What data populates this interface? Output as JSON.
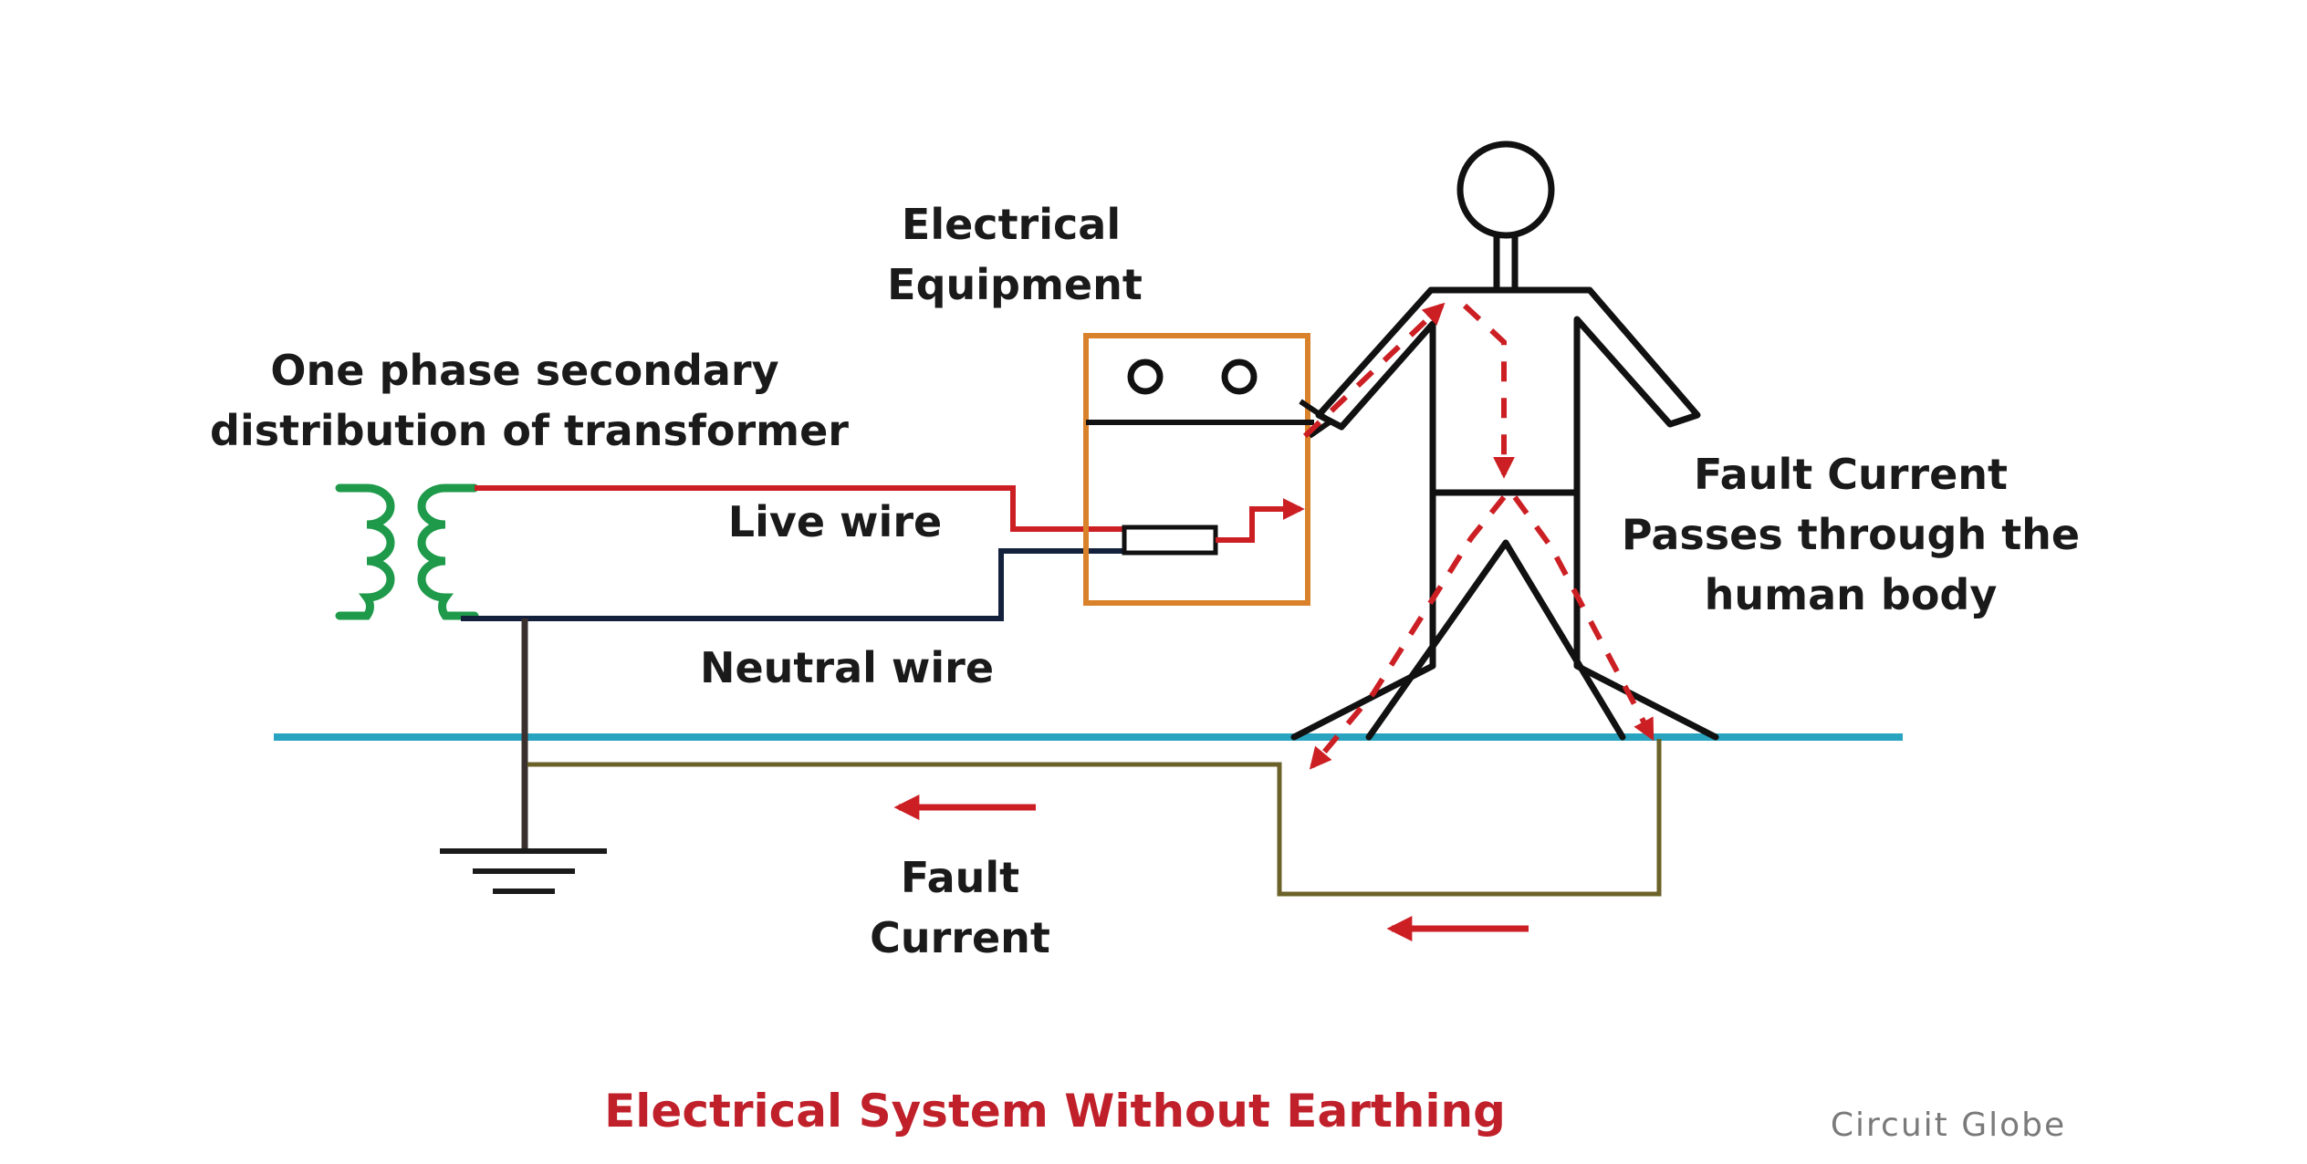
{
  "labels": {
    "equipment_line1": "Electrical",
    "equipment_line2": "Equipment",
    "transformer_line1": "One phase secondary",
    "transformer_line2": "distribution of transformer",
    "live_wire": "Live wire",
    "neutral_wire": "Neutral wire",
    "fault_line1": "Fault",
    "fault_line2": "Current",
    "body_line1": "Fault Current",
    "body_line2": "Passes through the",
    "body_line3": "human body"
  },
  "title": "Electrical System Without Earthing",
  "brand": "Circuit Globe",
  "colors": {
    "live": "#cc1f24",
    "neutral": "#14213d",
    "coil": "#1e9a4a",
    "equipment_box": "#d9822b",
    "ground_line": "#29a4c0",
    "earth_path": "#6b6229",
    "earth_rod": "#3a3030",
    "current_arrow": "#cc1f24",
    "title": "#c0202a",
    "figure": "#111111"
  }
}
